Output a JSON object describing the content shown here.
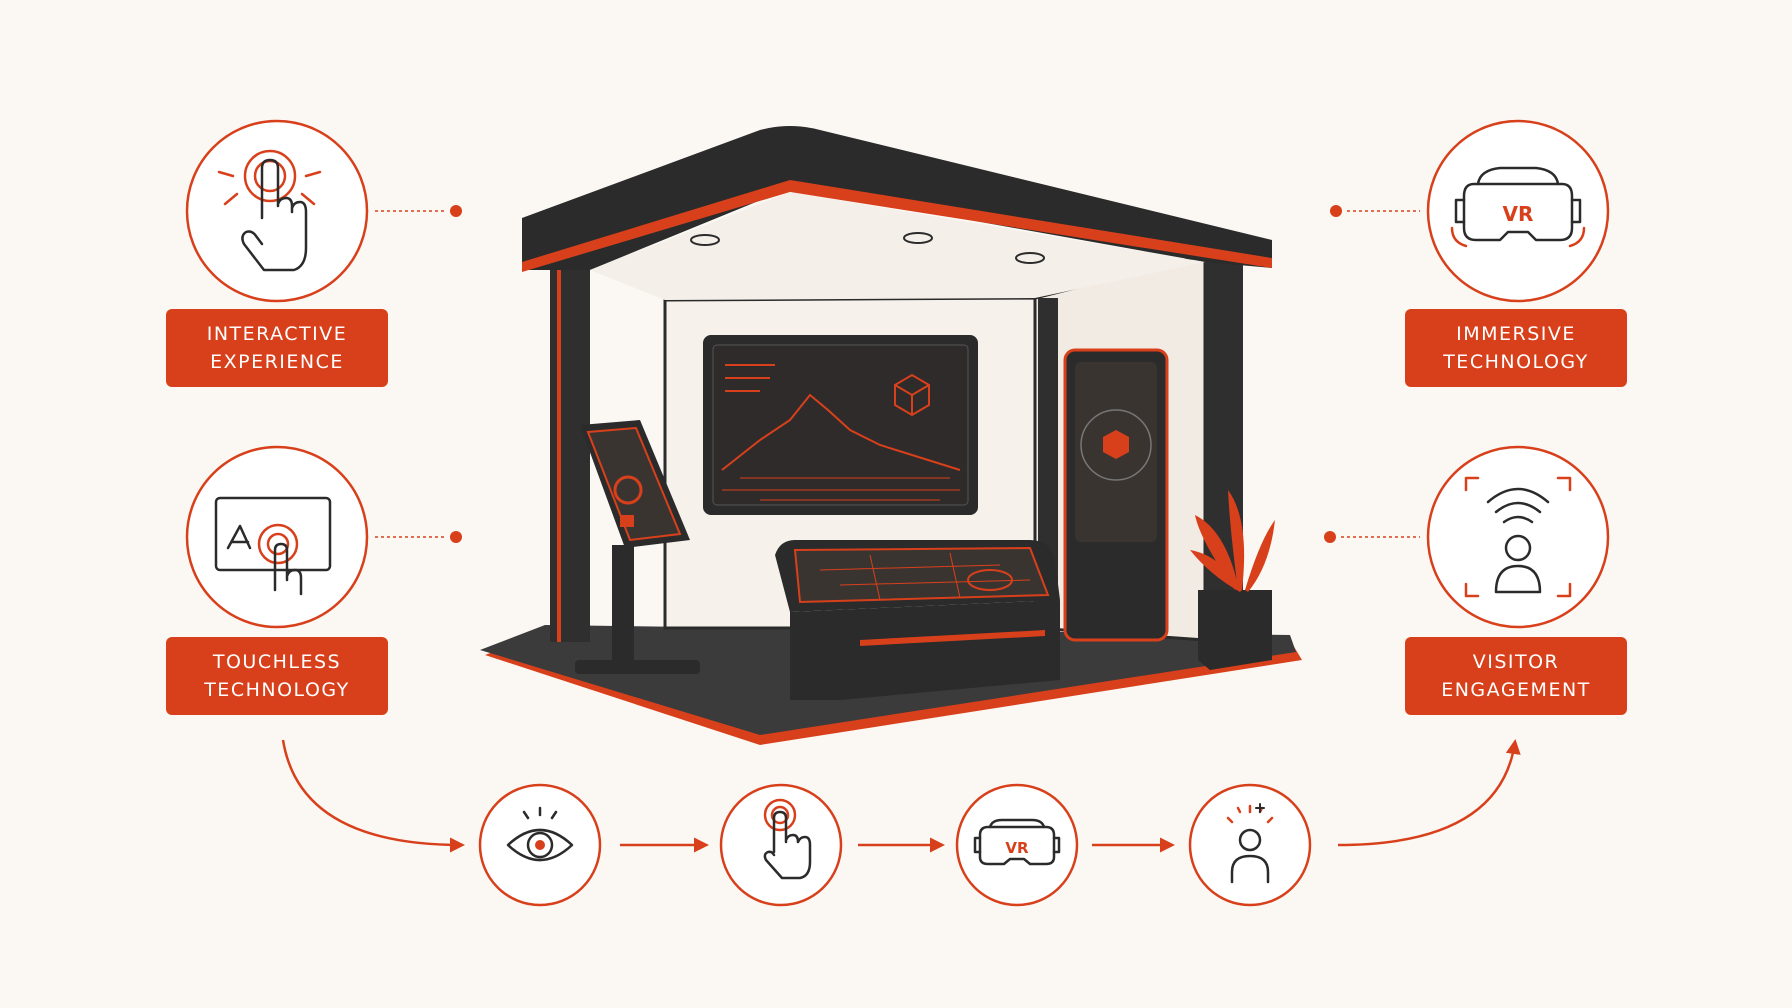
{
  "colors": {
    "accent": "#d8401b",
    "dark": "#2b2b2b",
    "background": "#fbf8f4"
  },
  "features": [
    {
      "line1": "INTERACTIVE",
      "line2": "EXPERIENCE",
      "icon": "tap-hand-icon"
    },
    {
      "line1": "TOUCHLESS",
      "line2": "TECHNOLOGY",
      "icon": "touchless-screen-icon"
    },
    {
      "line1": "IMMERSIVE",
      "line2": "TECHNOLOGY",
      "icon": "vr-headset-icon"
    },
    {
      "line1": "VISITOR",
      "line2": "ENGAGEMENT",
      "icon": "visitor-detection-icon"
    }
  ],
  "flow": [
    {
      "icon": "eye-icon"
    },
    {
      "icon": "tap-hand-icon"
    },
    {
      "icon": "vr-headset-icon"
    },
    {
      "icon": "visitor-icon"
    }
  ],
  "vr_label": "VR"
}
